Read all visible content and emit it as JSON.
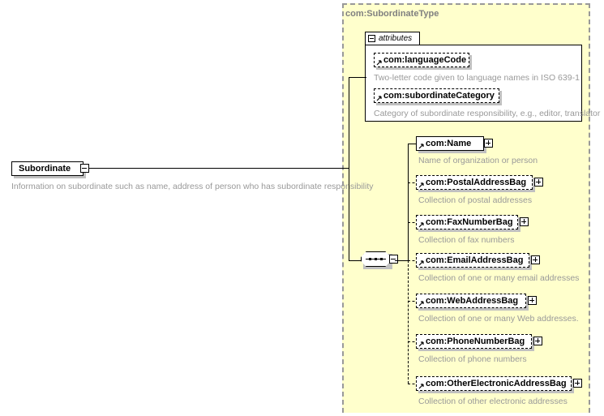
{
  "diagram": {
    "kind": "xml-schema-element-diagram",
    "colors": {
      "type_region_background": "#ffffcc",
      "type_region_border": "#999999",
      "panel_background": "#ffffff",
      "node_border": "#000000",
      "shadow": "#c0c0c0",
      "description_text": "#999999",
      "type_title_text": "#808080"
    }
  },
  "root": {
    "name": "Subordinate",
    "annotation": "Information on subordinate such as name, address of person who has subordinate responsibility",
    "control": "minus",
    "occurrence": "required"
  },
  "type": {
    "name": "com:SubordinateType",
    "attributes_section": {
      "label": "attributes",
      "control": "minus",
      "items": [
        {
          "name": "com:languageCode",
          "annotation": "Two-letter code given to language names in ISO 639-1",
          "occurrence": "optional"
        },
        {
          "name": "com:subordinateCategory",
          "annotation": "Category of subordinate responsibility, e.g., editor, translator",
          "occurrence": "optional"
        }
      ]
    },
    "compositor": {
      "kind": "sequence",
      "control": "minus",
      "glyph": "sequence-dots"
    },
    "elements": [
      {
        "name": "com:Name",
        "annotation": "Name of organization or person",
        "occurrence": "required",
        "control": "plus"
      },
      {
        "name": "com:PostalAddressBag",
        "annotation": "Collection of postal addresses",
        "occurrence": "optional",
        "control": "plus"
      },
      {
        "name": "com:FaxNumberBag",
        "annotation": "Collection of fax numbers",
        "occurrence": "optional",
        "control": "plus"
      },
      {
        "name": "com:EmailAddressBag",
        "annotation": "Collection of one or many email addresses",
        "occurrence": "optional",
        "control": "plus"
      },
      {
        "name": "com:WebAddressBag",
        "annotation": "Collection of one or many Web addresses.",
        "occurrence": "optional",
        "control": "plus"
      },
      {
        "name": "com:PhoneNumberBag",
        "annotation": "Collection of phone numbers",
        "occurrence": "optional",
        "control": "plus"
      },
      {
        "name": "com:OtherElectronicAddressBag",
        "annotation": "Collection of other electronic addresses",
        "occurrence": "optional",
        "control": "plus"
      }
    ]
  }
}
